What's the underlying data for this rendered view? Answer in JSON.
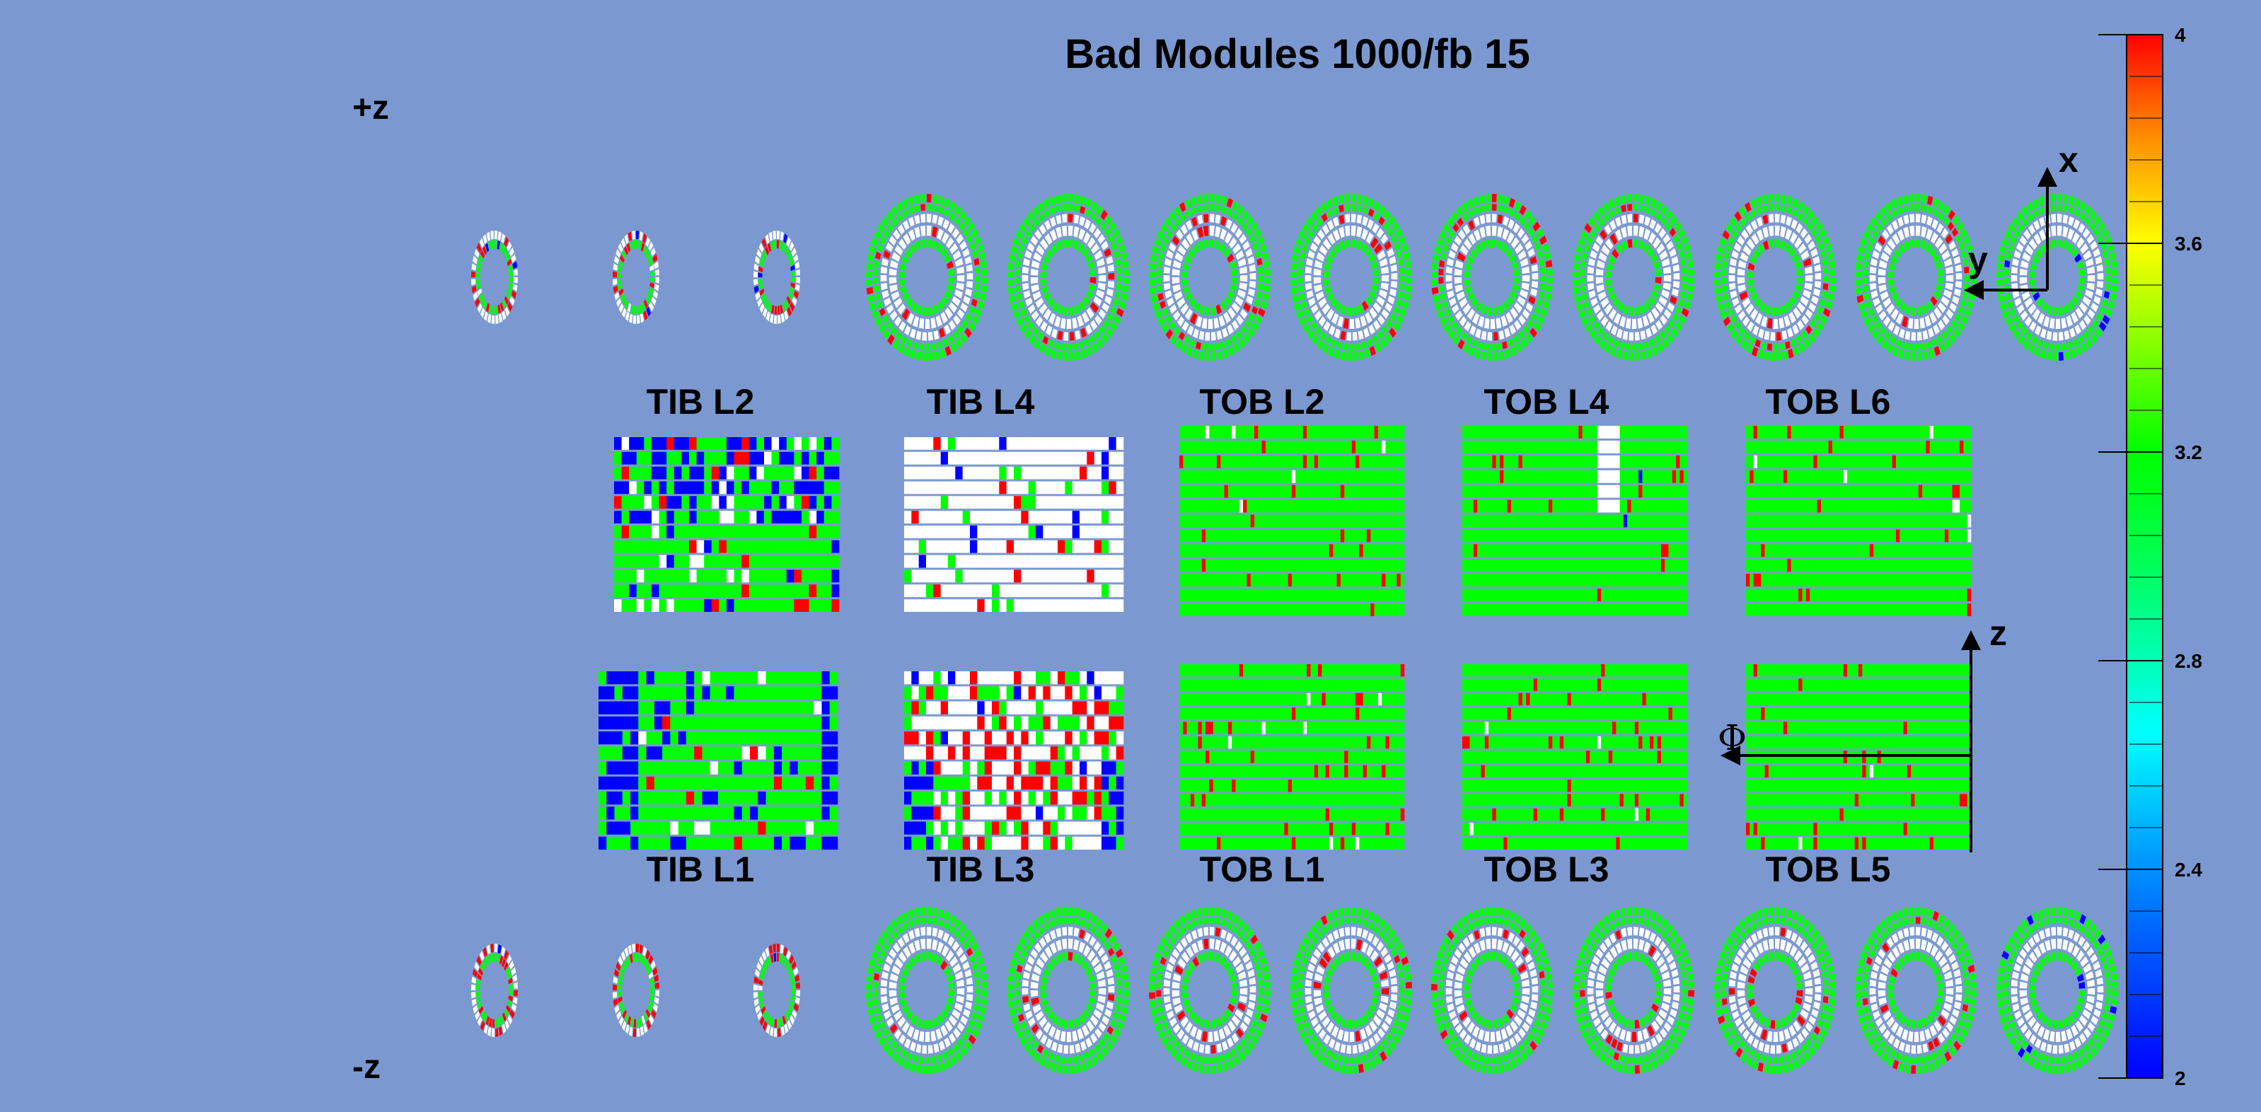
{
  "chart_data": {
    "type": "heatmap",
    "title": "Bad Modules 1000/fb 15",
    "side_labels": {
      "plus_z": "+z",
      "minus_z": "-z"
    },
    "layer_labels_top": [
      "TIB L2",
      "TIB L4",
      "TOB L2",
      "TOB L4",
      "TOB L6"
    ],
    "layer_labels_bottom": [
      "TIB L1",
      "TIB L3",
      "TOB L1",
      "TOB L3",
      "TOB L5"
    ],
    "axis_labels": {
      "x": "x",
      "y": "y",
      "z": "z",
      "phi": "Φ"
    },
    "colorbar": {
      "range": [
        2,
        4
      ],
      "ticks": [
        "4",
        "3.6",
        "3.2",
        "2.8",
        "2.4",
        "2"
      ],
      "colors": [
        "#0000ff",
        "#00a0ff",
        "#00ffff",
        "#00ff60",
        "#00ff00",
        "#80ff00",
        "#ffff00",
        "#ffa000",
        "#ff0000"
      ]
    },
    "discs_per_side": 12
  }
}
